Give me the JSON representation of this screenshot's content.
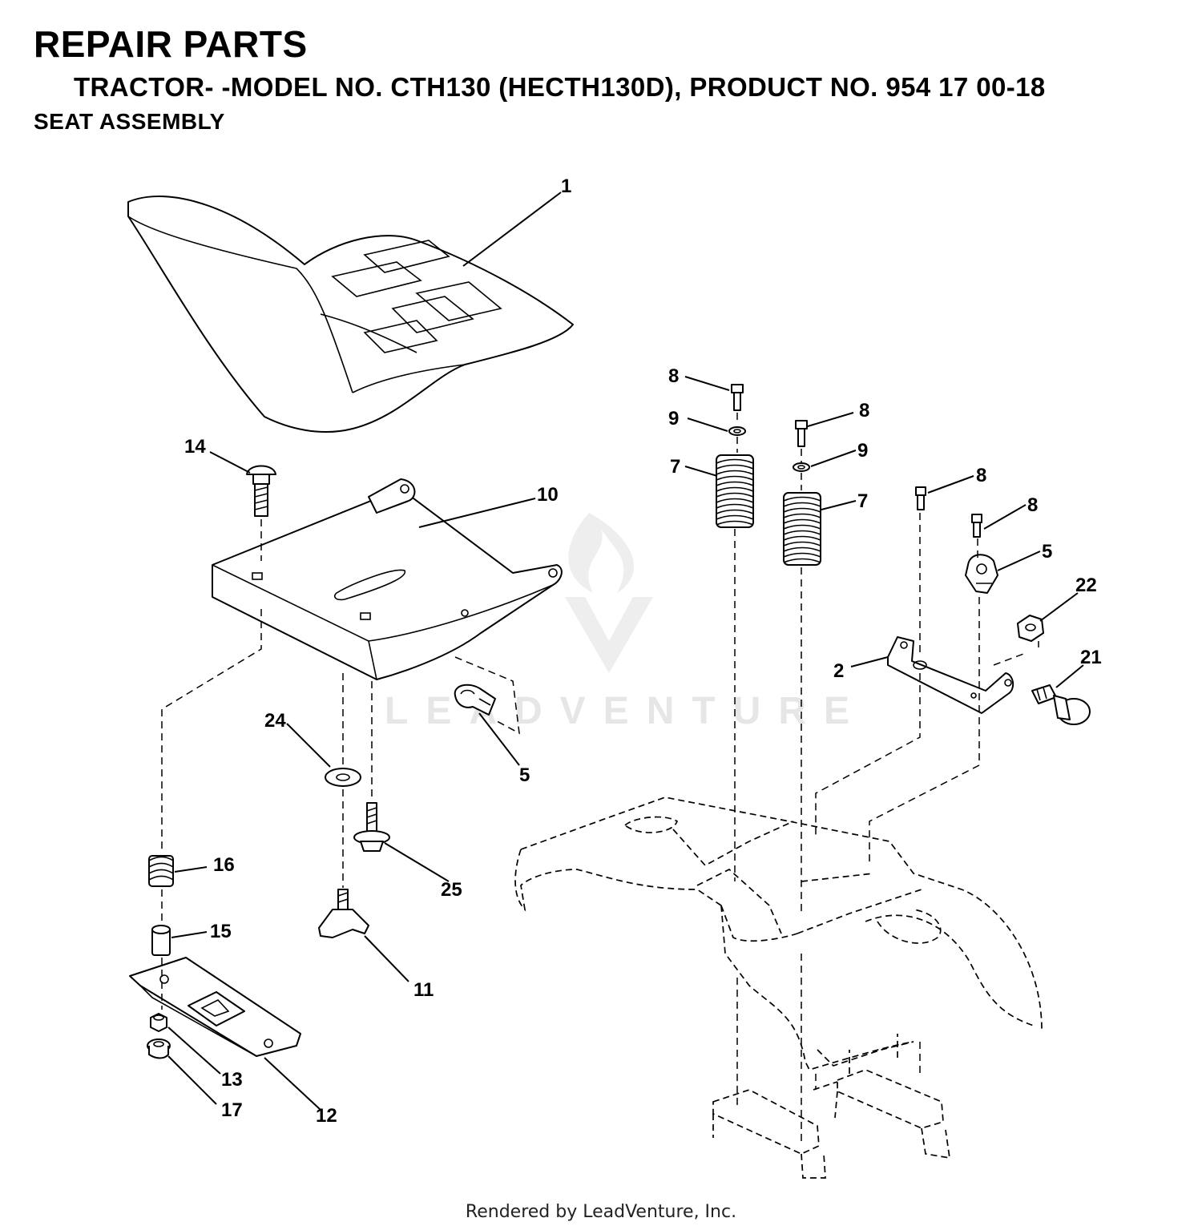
{
  "header": {
    "title": "REPAIR PARTS",
    "subtitle": "TRACTOR- -MODEL NO. CTH130 (HECTH130D), PRODUCT NO. 954 17 00-18",
    "section": "SEAT ASSEMBLY"
  },
  "watermark": "LEADVENTURE",
  "footer": "Rendered by LeadVenture, Inc.",
  "callouts": [
    "1",
    "14",
    "10",
    "24",
    "5",
    "25",
    "16",
    "15",
    "11",
    "13",
    "17",
    "12",
    "8",
    "9",
    "7",
    "8",
    "9",
    "7",
    "8",
    "8",
    "5",
    "22",
    "2",
    "21"
  ]
}
